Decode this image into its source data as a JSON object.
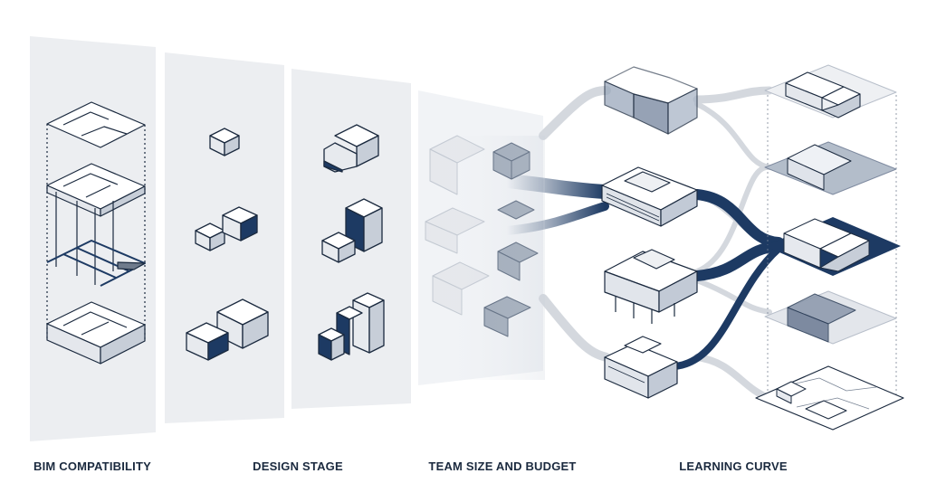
{
  "labels": {
    "bim": "BIM COMPATIBILITY",
    "design": "DESIGN STAGE",
    "team": "TEAM SIZE AND BUDGET",
    "learning": "LEARNING CURVE"
  },
  "colors": {
    "navy": "#1d3a63",
    "ink": "#1b2a3f",
    "panel": "#eef0f3",
    "ghost": "#c9ced6",
    "mist": "#dde2e9"
  }
}
